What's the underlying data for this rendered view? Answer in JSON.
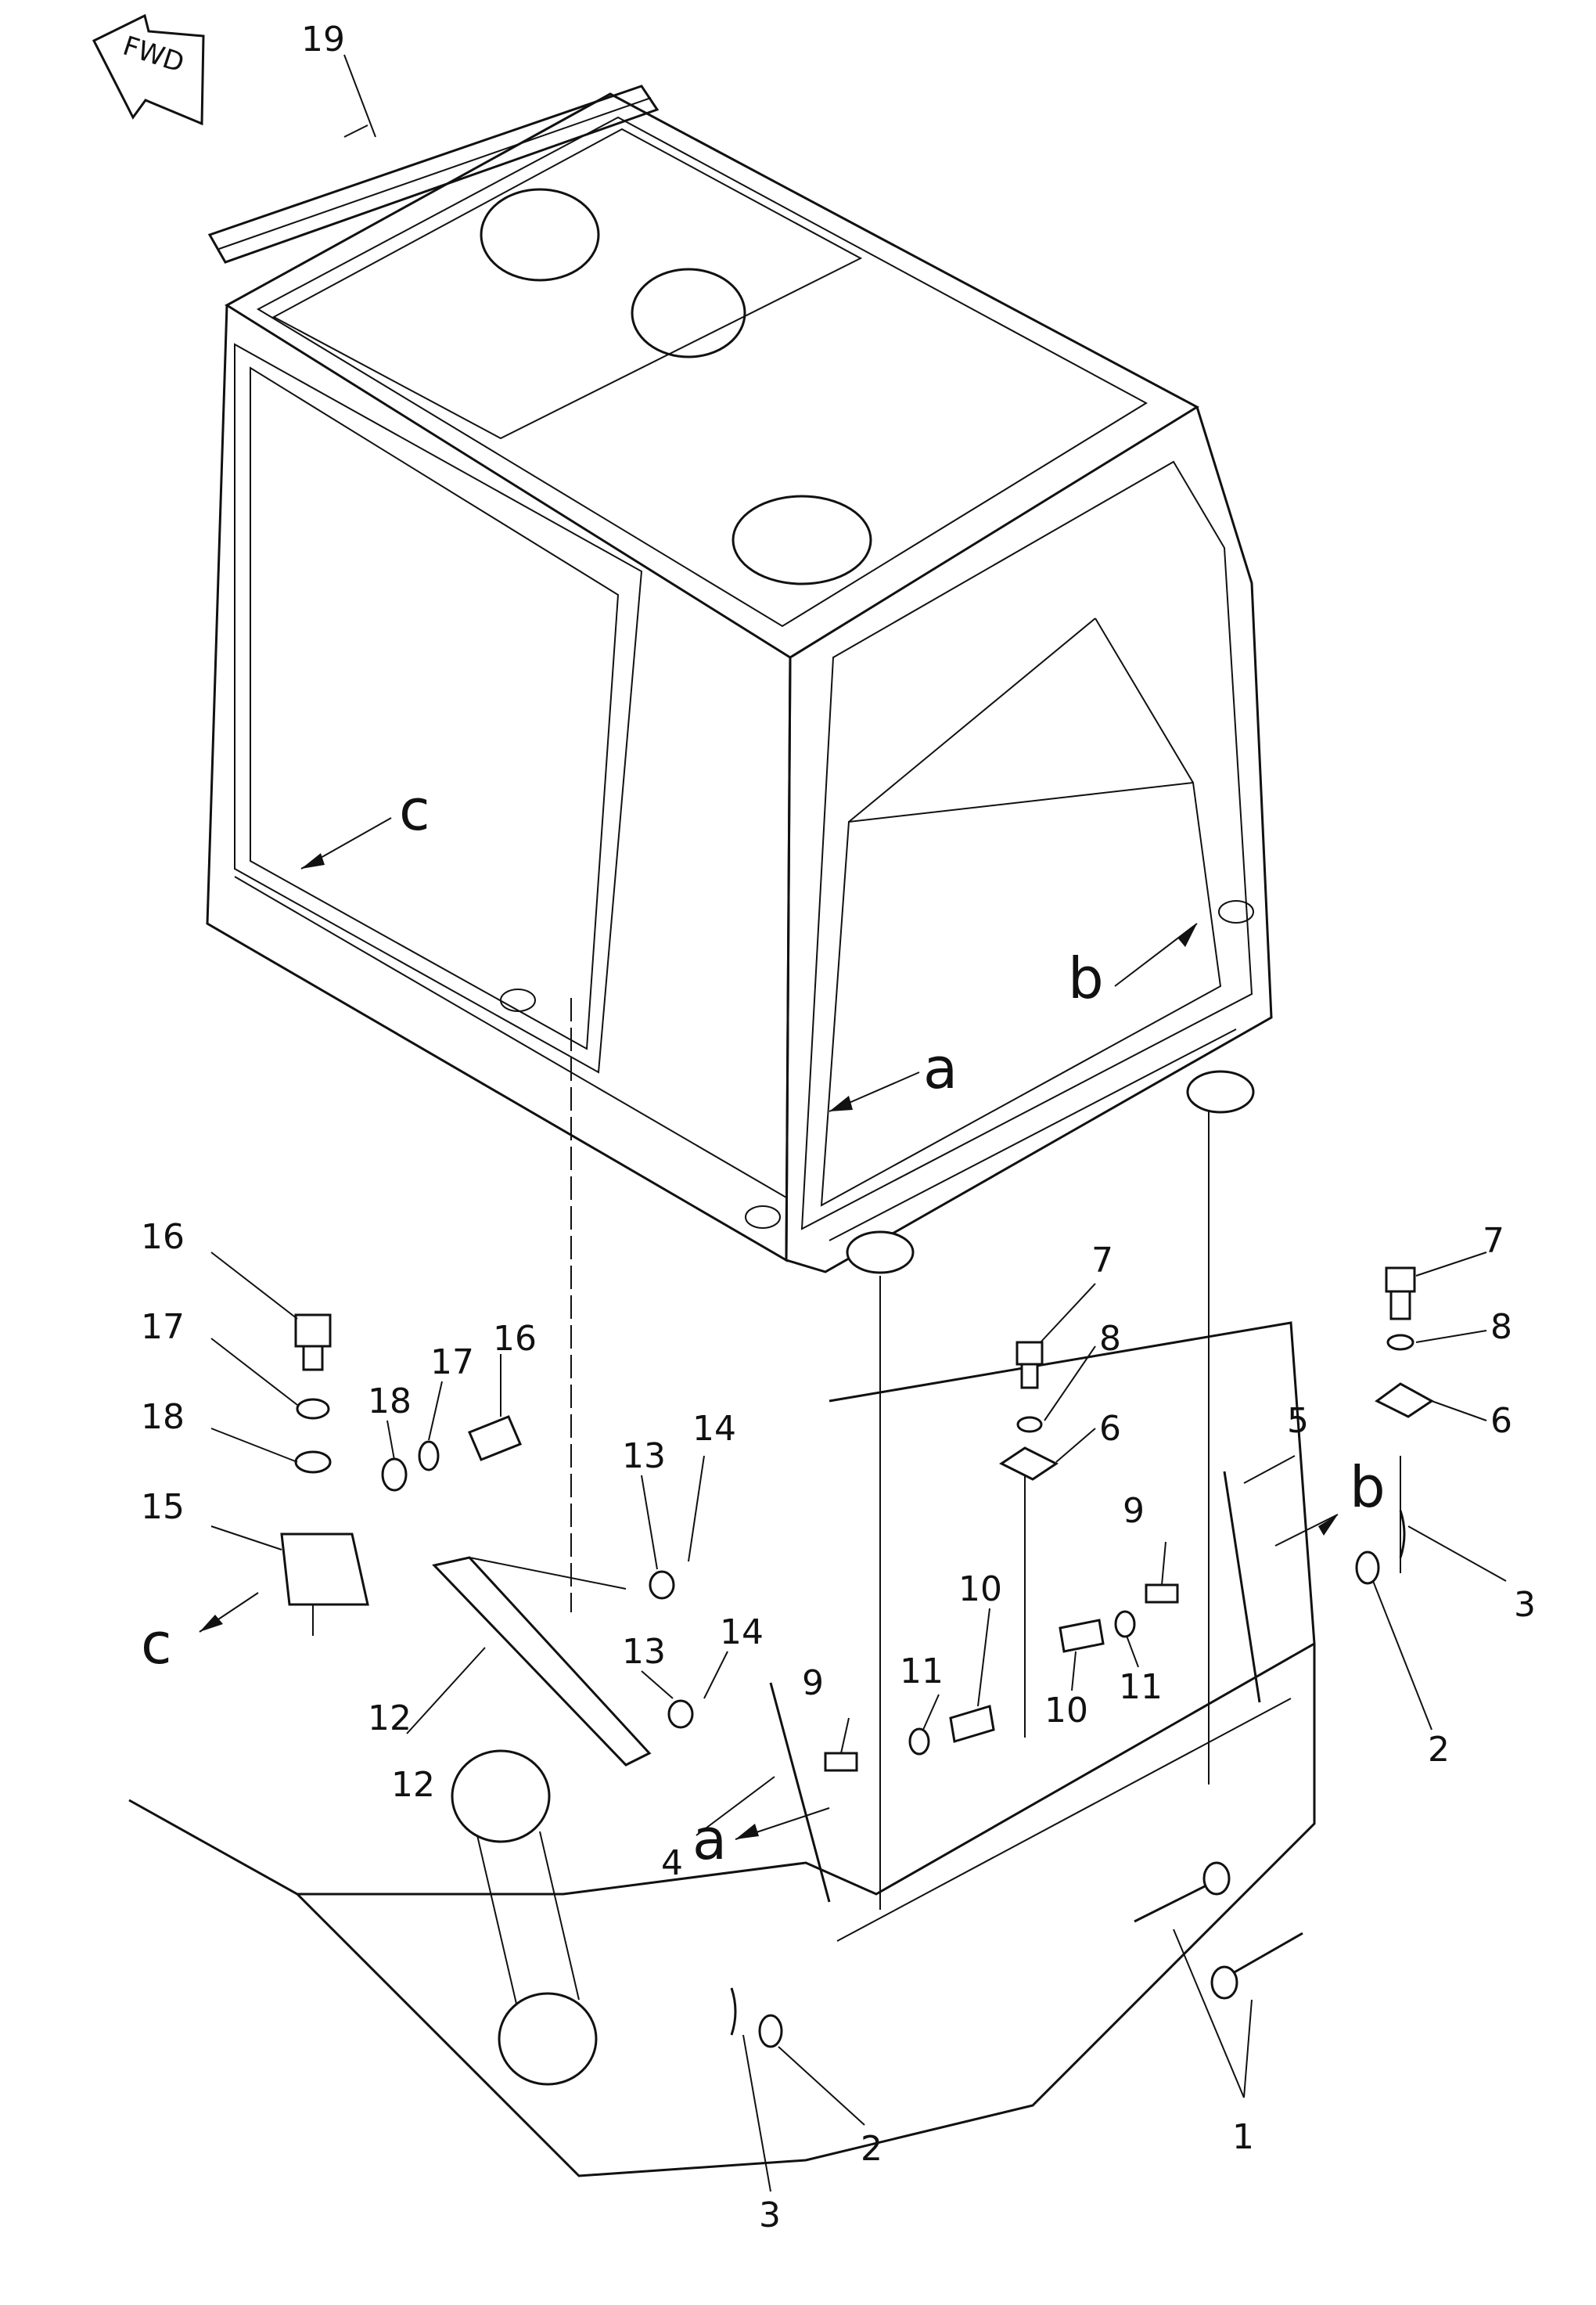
{
  "drawing": {
    "direction_label": "FWD",
    "callouts": [
      "1",
      "2",
      "2",
      "3",
      "3",
      "4",
      "5",
      "6",
      "6",
      "7",
      "7",
      "8",
      "8",
      "9",
      "9",
      "10",
      "10",
      "11",
      "11",
      "12",
      "12",
      "13",
      "13",
      "14",
      "14",
      "15",
      "16",
      "16",
      "17",
      "17",
      "18",
      "18",
      "19"
    ],
    "view_refs": [
      "a",
      "a",
      "b",
      "b",
      "c",
      "c"
    ]
  }
}
